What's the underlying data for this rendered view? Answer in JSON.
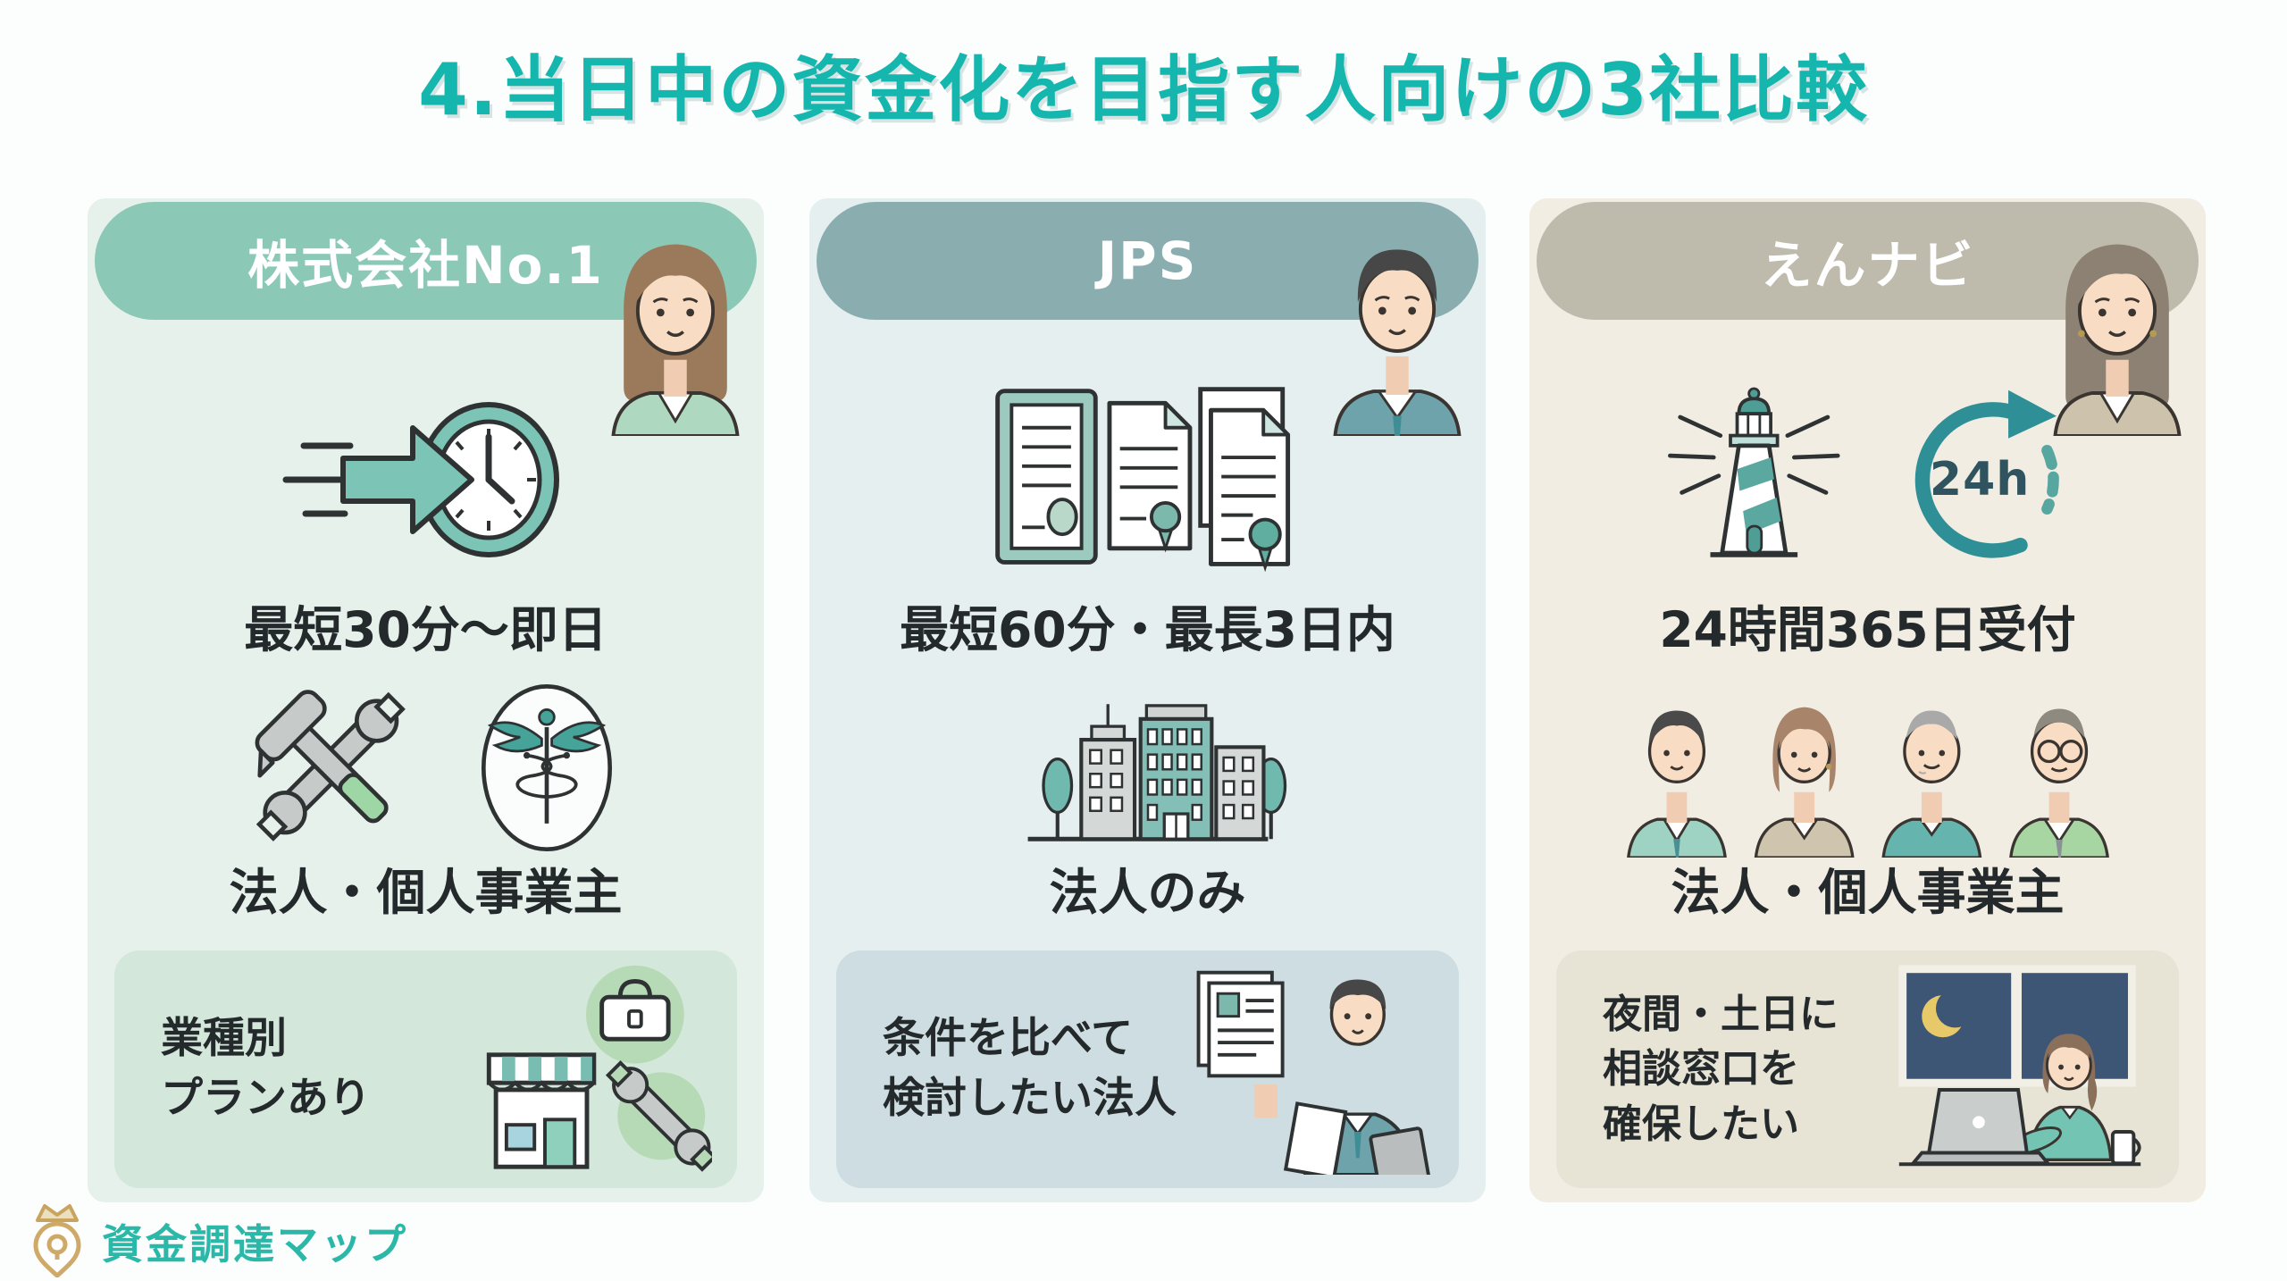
{
  "title": "4.当日中の資金化を目指す人向けの3社比較",
  "columns": [
    {
      "name": "株式会社No.1",
      "speed": "最短30分〜即日",
      "target": "法人・個人事業主",
      "recommend_lines": [
        "業種別",
        "プランあり"
      ]
    },
    {
      "name": "JPS",
      "speed": "最短60分・最長3日内",
      "target": "法人のみ",
      "recommend_lines": [
        "条件を比べて",
        "検討したい法人"
      ]
    },
    {
      "name": "えんナビ",
      "speed": "24時間365日受付",
      "target": "法人・個人事業主",
      "icon_badge": "24h",
      "recommend_lines": [
        "夜間・土日に",
        "相談窓口を",
        "確保したい"
      ]
    }
  ],
  "footer": {
    "brand": "資金調達マップ"
  },
  "colors": {
    "accent_teal": "#15b6ae",
    "header_no1": "#8bc9b6",
    "header_jps": "#8aaeb0",
    "header_ennavi": "#bebbad",
    "panel_no1": "#e7f1ec",
    "panel_jps": "#e6eff0",
    "panel_ennavi": "#f1ede3",
    "box_no1": "#d3e7db",
    "box_jps": "#cddde1",
    "box_ennavi": "#e7e3d5",
    "logo_gold": "#c9a45f"
  }
}
